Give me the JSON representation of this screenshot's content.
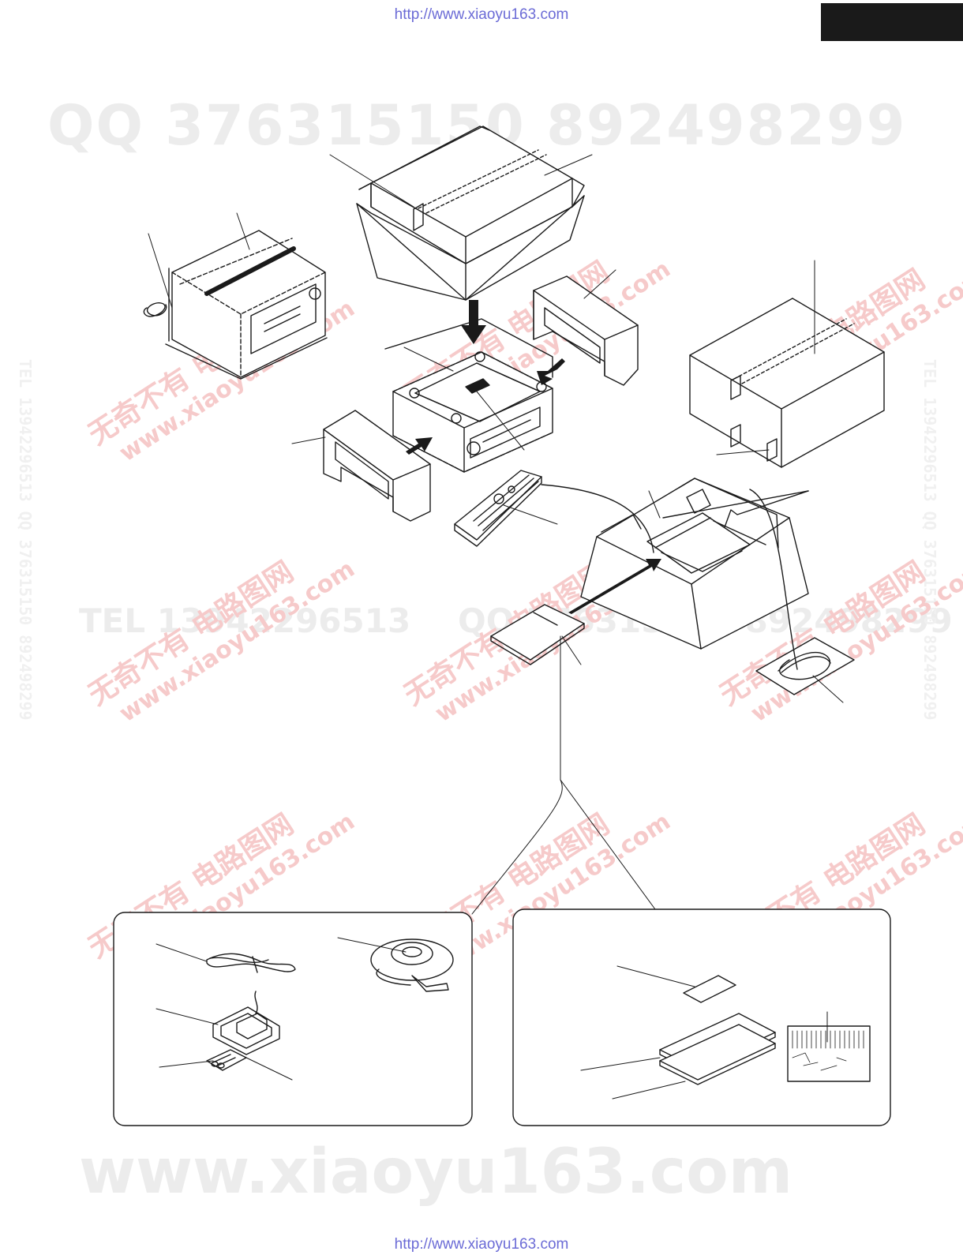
{
  "header": {
    "url_top": "http://www.xiaoyu163.com",
    "url_bottom": "http://www.xiaoyu163.com"
  },
  "watermarks": {
    "qq_line": "QQ 376315150 892498299",
    "tel_line": "TEL 13942296513",
    "qq_line_2": "QQ 376315150 892498299",
    "site": "www.xiaoyu163.com",
    "side_left": "TEL 13942296513 QQ 376315150 892498299",
    "side_right": "TEL 13942296513 QQ 376315150 892498299",
    "cn_text": "无奇不有 电路图网",
    "cn_site": "www.xiaoyu163.com"
  },
  "colors": {
    "line": "#1a1a1a",
    "url": "#6b6bd6",
    "page_tab": "#1a1a1a",
    "watermark_gray": "#ececec",
    "watermark_red": "#f6caca"
  },
  "diagram": {
    "type": "exploded packing view",
    "parts": [
      "outer-carton-open",
      "inner-cover",
      "poly-bag-wrapped-unit",
      "main-unit",
      "pad-right",
      "pad-left",
      "remote-controller",
      "outer-carton-closed",
      "accessory-carton-open",
      "accessory-bag",
      "setup-microphone-bag",
      "fm-antenna",
      "am-loop-antenna",
      "batteries",
      "setup-microphone",
      "warranty-card",
      "instruction-manual-1",
      "instruction-manual-2",
      "label-sheet"
    ]
  }
}
